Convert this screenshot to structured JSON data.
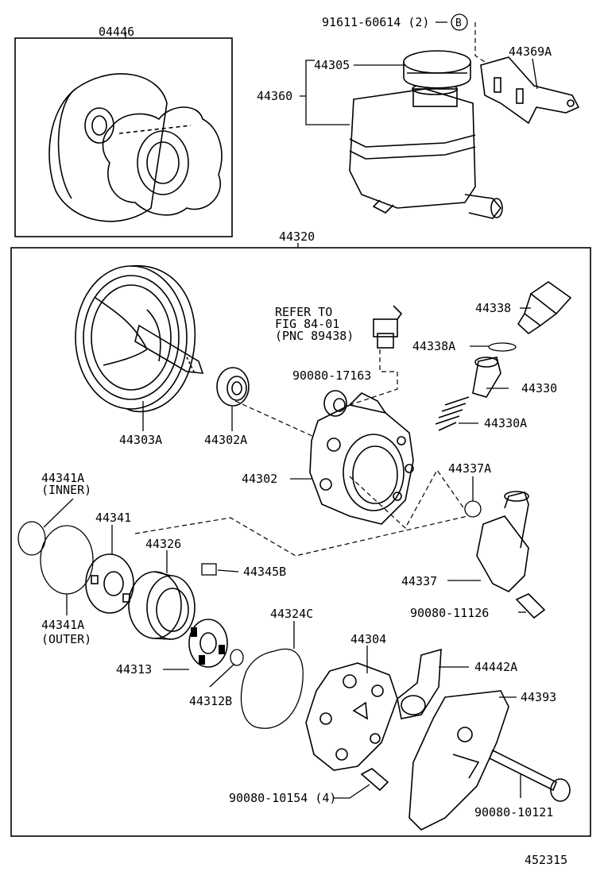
{
  "labels": {
    "kit_04446": "04446",
    "bolt_91611": "91611-60614 (2)",
    "ref_b": "B",
    "bracket_44369a": "44369A",
    "cap_44305": "44305",
    "reservoir_44360": "44360",
    "pump_assy_44320": "44320",
    "refer_line1": "REFER TO",
    "refer_line2": "FIG 84-01",
    "refer_line3": "(PNC 89438)",
    "switch_44338": "44338",
    "oring_44338a": "44338A",
    "nut_90080_17163": "90080-17163",
    "valve_44330": "44330",
    "spring_44330a": "44330A",
    "pulley_44303a": "44303A",
    "seal_44302a": "44302A",
    "housing_44302": "44302",
    "oring_44337a": "44337A",
    "oring_44341a_inner": "44341A",
    "inner_note": "(INNER)",
    "plate_44341": "44341",
    "cam_ring_44326": "44326",
    "vane_44345b": "44345B",
    "union_44337": "44337",
    "bolt_90080_11126": "90080-11126",
    "oring_44341a_outer": "44341A",
    "outer_note": "(OUTER)",
    "gasket_44324c": "44324C",
    "cover_44304": "44304",
    "sleeve_44442a": "44442A",
    "rotor_44313": "44313",
    "bracket_44393": "44393",
    "snap_ring_44312b": "44312B",
    "bolt_90080_10154": "90080-10154 (4)",
    "bolt_90080_10121": "90080-10121",
    "diagram_number": "452315"
  }
}
